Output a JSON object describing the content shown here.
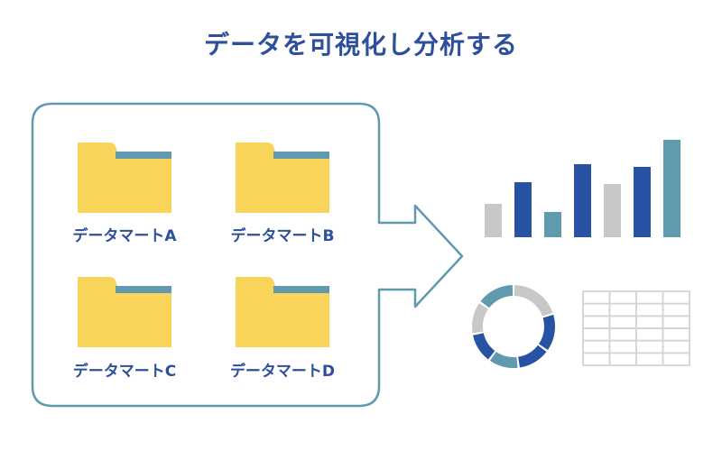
{
  "title": "データを可視化し分析する",
  "folders": [
    {
      "label": "データマートA",
      "icon": "folder-icon"
    },
    {
      "label": "データマートB",
      "icon": "folder-icon"
    },
    {
      "label": "データマートC",
      "icon": "folder-icon"
    },
    {
      "label": "データマートD",
      "icon": "folder-icon"
    }
  ],
  "colors": {
    "title": "#2e4f9b",
    "label": "#2e4f9b",
    "outline": "#5f9aae",
    "folder_body": "#f8d45a",
    "folder_tab": "#5f9aae",
    "navy": "#2852a3",
    "teal": "#5f9aae",
    "gray": "#c8c8c8",
    "grid": "#d6d6d6"
  },
  "chart_data": [
    {
      "type": "bar",
      "categories": [
        "",
        "",
        "",
        "",
        "",
        "",
        "",
        ""
      ],
      "values": [
        37,
        61,
        28,
        81,
        59,
        78,
        108,
        0
      ],
      "colors": [
        "#c8c8c8",
        "#2852a3",
        "#5f9aae",
        "#2852a3",
        "#c8c8c8",
        "#2852a3",
        "#5f9aae"
      ]
    },
    {
      "type": "pie",
      "style": "donut",
      "values": [
        20,
        15,
        13,
        12,
        12,
        13,
        15
      ],
      "colors": [
        "#c8c8c8",
        "#2852a3",
        "#2852a3",
        "#5f9aae",
        "#2852a3",
        "#c8c8c8",
        "#5f9aae"
      ]
    },
    {
      "type": "table",
      "rows": 6,
      "columns": 4,
      "cells": []
    }
  ]
}
